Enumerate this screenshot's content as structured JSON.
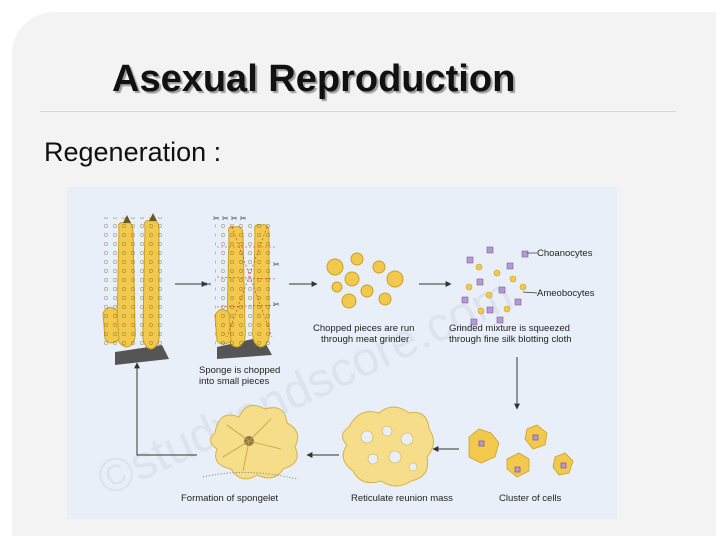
{
  "slide": {
    "title": "Asexual Reproduction",
    "subtitle": "Regeneration :"
  },
  "figure": {
    "labels": {
      "sponge_chopped_1": "Sponge is chopped",
      "sponge_chopped_2": "into small pieces",
      "chopped_pieces_1": "Chopped pieces are run",
      "chopped_pieces_2": "through meat grinder",
      "grinded_1": "Grinded mixture is squeezed",
      "grinded_2": "through fine silk blotting cloth",
      "choanocytes": "Choanocytes",
      "ameobocytes": "Ameobocytes",
      "cluster": "Cluster of cells",
      "reticulate": "Reticulate reunion mass",
      "spongelet": "Formation of spongelet"
    },
    "watermark": "©studyandscore.com",
    "colors": {
      "sponge_yellow": "#f2c94c",
      "sponge_outline": "#c9a227",
      "base_gray": "#555555",
      "background": "#e9eff8",
      "cell_purple": "#9b7bb8"
    }
  }
}
